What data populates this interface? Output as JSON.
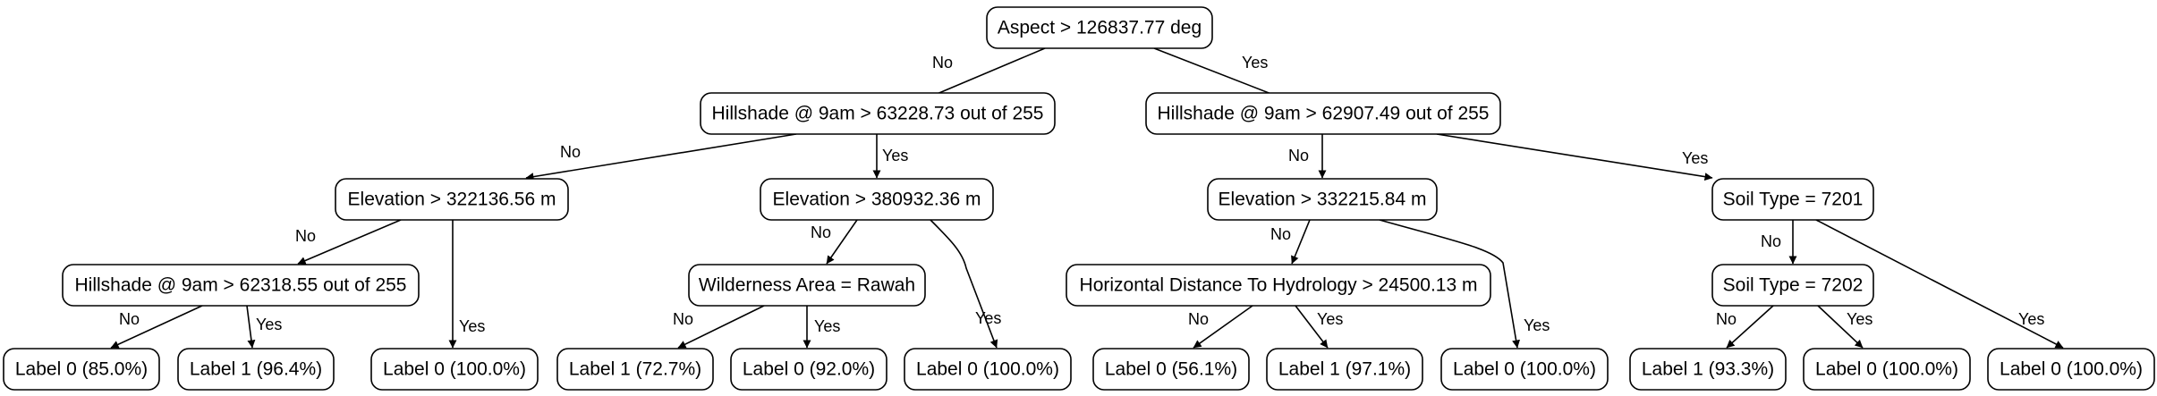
{
  "tree": {
    "nodes": {
      "root": "Aspect > 126837.77 deg",
      "n1": "Hillshade @ 9am > 63228.73 out of 255",
      "n2": "Hillshade @ 9am > 62907.49 out of 255",
      "n3": "Elevation > 322136.56 m",
      "n4": "Elevation > 380932.36 m",
      "n5": "Elevation > 332215.84 m",
      "n6": "Soil Type = 7201",
      "n7": "Hillshade @ 9am > 62318.55 out of 255",
      "n8": "Wilderness Area = Rawah",
      "n9": "Horizontal Distance To Hydrology > 24500.13 m",
      "n10": "Soil Type = 7202",
      "l1": "Label 0 (85.0%)",
      "l2": "Label 1 (96.4%)",
      "l3": "Label 0 (100.0%)",
      "l4": "Label 1 (72.7%)",
      "l5": "Label 0 (92.0%)",
      "l6": "Label 0 (100.0%)",
      "l7": "Label 0 (56.1%)",
      "l8": "Label 1 (97.1%)",
      "l9": "Label 0 (100.0%)",
      "l10": "Label 1 (93.3%)",
      "l11": "Label 0 (100.0%)",
      "l12": "Label 0 (100.0%)"
    },
    "edge_labels": {
      "no": "No",
      "yes": "Yes"
    }
  }
}
